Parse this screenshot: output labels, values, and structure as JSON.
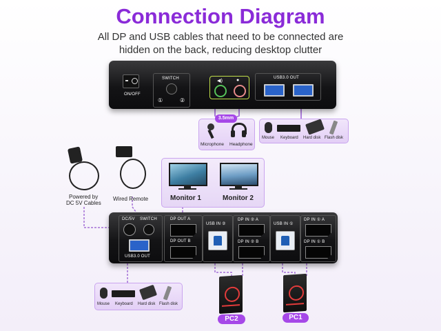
{
  "header": {
    "title": "Connection Diagram",
    "subtitle_line1": "All DP and USB cables that need to be connected are",
    "subtitle_line2": "hidden on the back, reducing desktop clutter"
  },
  "top_device": {
    "power_label": "ON/OFF",
    "switch_label": "SWITCH",
    "switch_num1": "①",
    "switch_num2": "②",
    "usb_out_label": "USB3.0 OUT"
  },
  "audio_group": {
    "badge": "3.5mm",
    "items": [
      "Microphone",
      "Headphone"
    ]
  },
  "peripherals_top": [
    "Mouse",
    "Keyboard",
    "Hard disk",
    "Flash disk"
  ],
  "accessories": {
    "power_label_line1": "Powered by",
    "power_label_line2": "DC 5V Cables",
    "remote_label": "Wired Remote"
  },
  "monitors": {
    "monitor1": "Monitor 1",
    "monitor2": "Monitor 2"
  },
  "bottom_device": {
    "dc_label": "DC/5V",
    "switch_label": "SWITCH",
    "usb_out_label": "USB3.0 OUT",
    "dp_out_a": "DP OUT A",
    "dp_out_b": "DP OUT B",
    "usb_in_2": "USB IN ②",
    "dp_in_2a": "DP IN ② A",
    "dp_in_2b": "DP IN ② B",
    "usb_in_1": "USB IN ①",
    "dp_in_1a": "DP IN ① A",
    "dp_in_1b": "DP IN ① B"
  },
  "peripherals_bottom": [
    "Mouse",
    "Keyboard",
    "Hard disk",
    "Flash disk"
  ],
  "pcs": {
    "pc2": "PC2",
    "pc1": "PC1"
  },
  "colors": {
    "accent_purple": "#8a2bd8",
    "badge_purple": "#a648e8",
    "cable_purple": "#9b59d0",
    "usb_blue": "#2a63c9"
  }
}
